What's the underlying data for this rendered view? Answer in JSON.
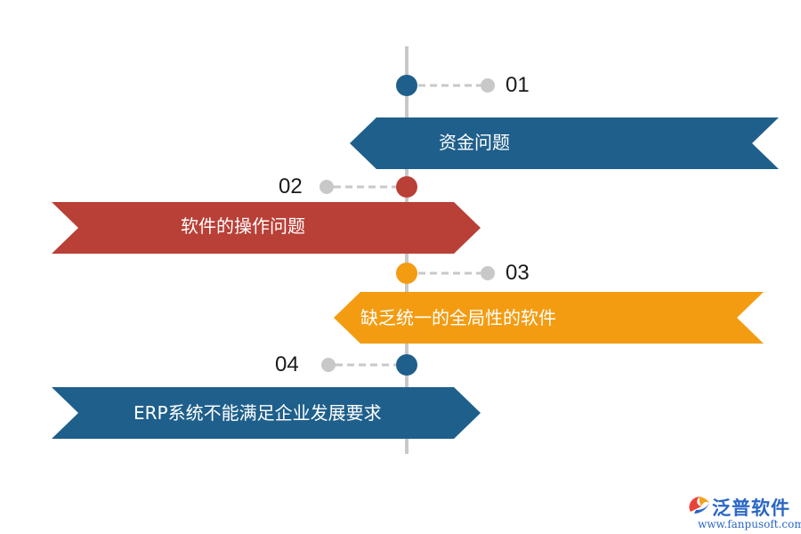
{
  "timeline": {
    "items": [
      {
        "number": "01",
        "text": "资金问题",
        "color": "#1f5f8b"
      },
      {
        "number": "02",
        "text": "软件的操作问题",
        "color": "#b94037"
      },
      {
        "number": "03",
        "text": "缺乏统一的全局性的软件",
        "color": "#f39c12"
      },
      {
        "number": "04",
        "text": "ERP系统不能满足企业发展要求",
        "color": "#1f5f8b"
      }
    ],
    "axis_color": "#c8c8c8",
    "dot_gray": "#c8c8c8"
  },
  "logo": {
    "name": "泛普软件",
    "url": "www.fanpusoft.com",
    "color": "#2a66c5"
  }
}
